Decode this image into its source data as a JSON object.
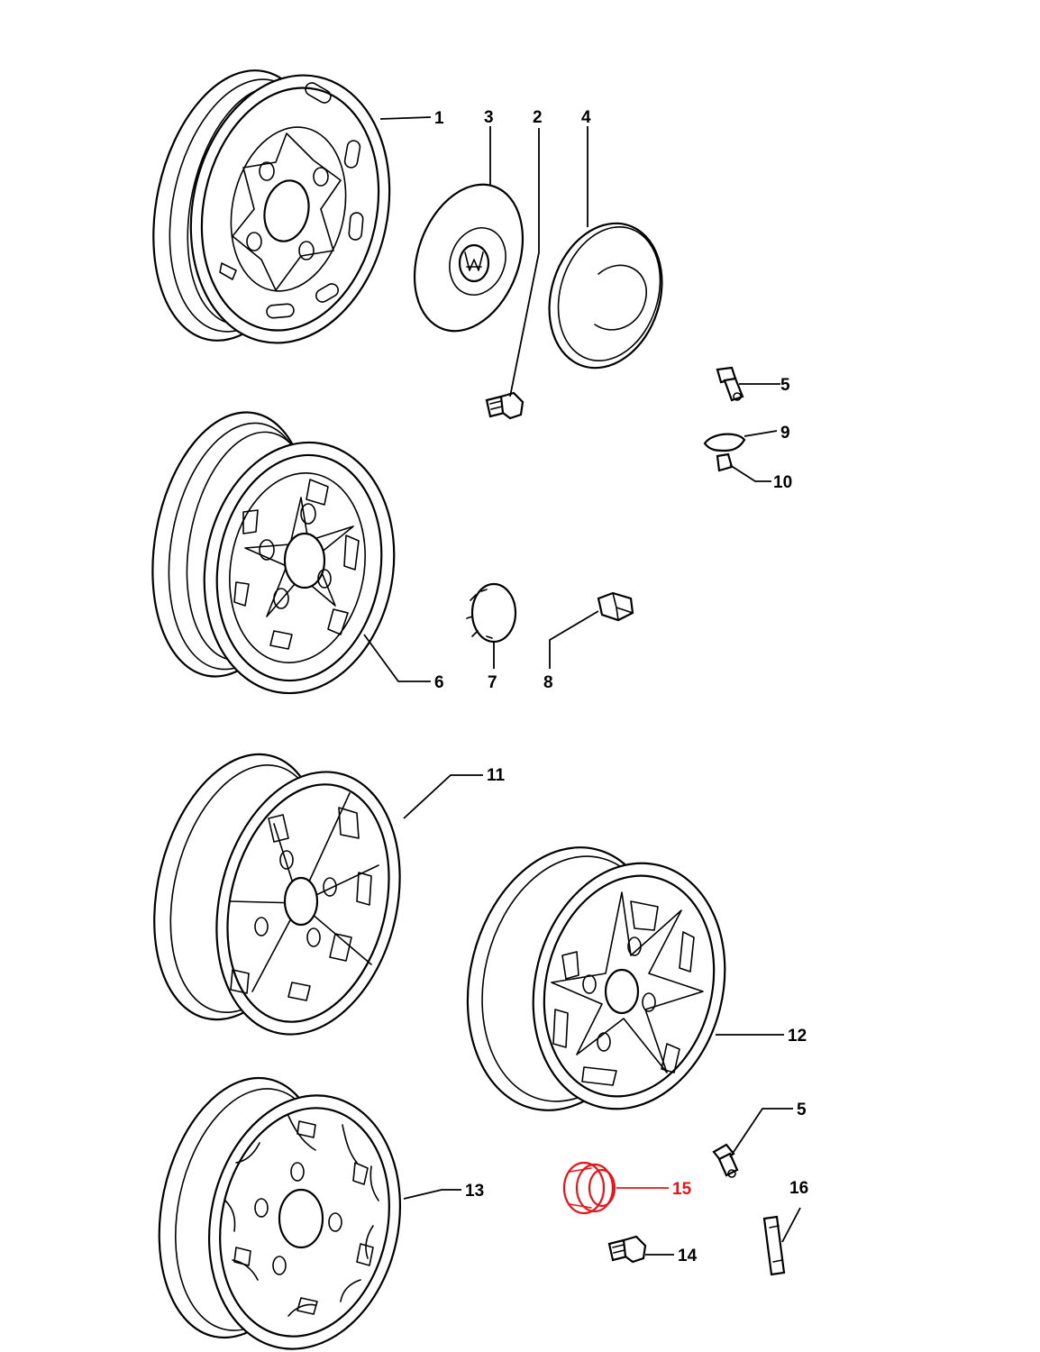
{
  "colors": {
    "line": "#000000",
    "highlight": "#e8141c",
    "background": "#ffffff"
  },
  "callouts": {
    "c1": "1",
    "c2": "2",
    "c3": "3",
    "c4": "4",
    "c5a": "5",
    "c5b": "5",
    "c6": "6",
    "c7": "7",
    "c8": "8",
    "c9": "9",
    "c10": "10",
    "c11": "11",
    "c12": "12",
    "c13": "13",
    "c14": "14",
    "c15": "15",
    "c16": "16"
  },
  "highlighted_part": "15",
  "icons": {
    "wheel": "steel-wheel-icon",
    "hubcap": "hub-cap-icon",
    "bolt": "wheel-bolt-icon",
    "valve": "tire-valve-icon",
    "weight": "balance-weight-icon",
    "ring": "centre-ring-icon"
  }
}
